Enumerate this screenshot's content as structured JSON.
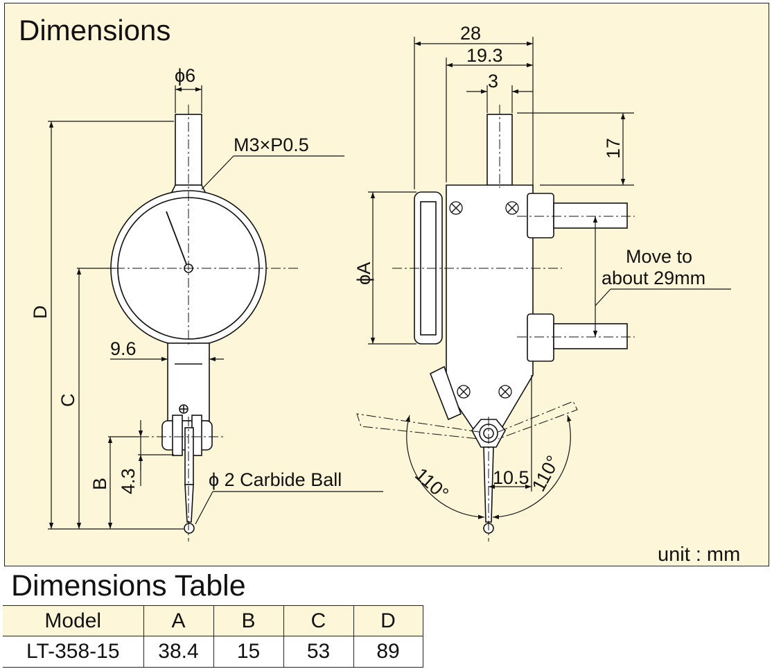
{
  "drawing": {
    "title": "Dimensions",
    "unit_note": "unit : mm",
    "front_view": {
      "stem_diameter": "ϕ6",
      "thread": "M3×P0.5",
      "width_label": "9.6",
      "offset_label": "4.3",
      "stylus_tip": "ϕ 2  Carbide Ball",
      "dim_b": "B",
      "dim_c": "C",
      "dim_d": "D"
    },
    "side_view": {
      "dim_28": "28",
      "dim_19_3": "19.3",
      "dim_3": "3",
      "dim_17": "17",
      "dim_a": "ϕA",
      "move_note_line1": "Move to",
      "move_note_line2": "about 29mm",
      "angle_left": "110°",
      "angle_right": "110°",
      "dim_10_5": "10.5"
    }
  },
  "table": {
    "title": "Dimensions Table",
    "headers": [
      "Model",
      "A",
      "B",
      "C",
      "D"
    ],
    "rows": [
      [
        "LT-358-15",
        "38.4",
        "15",
        "53",
        "89"
      ]
    ]
  }
}
